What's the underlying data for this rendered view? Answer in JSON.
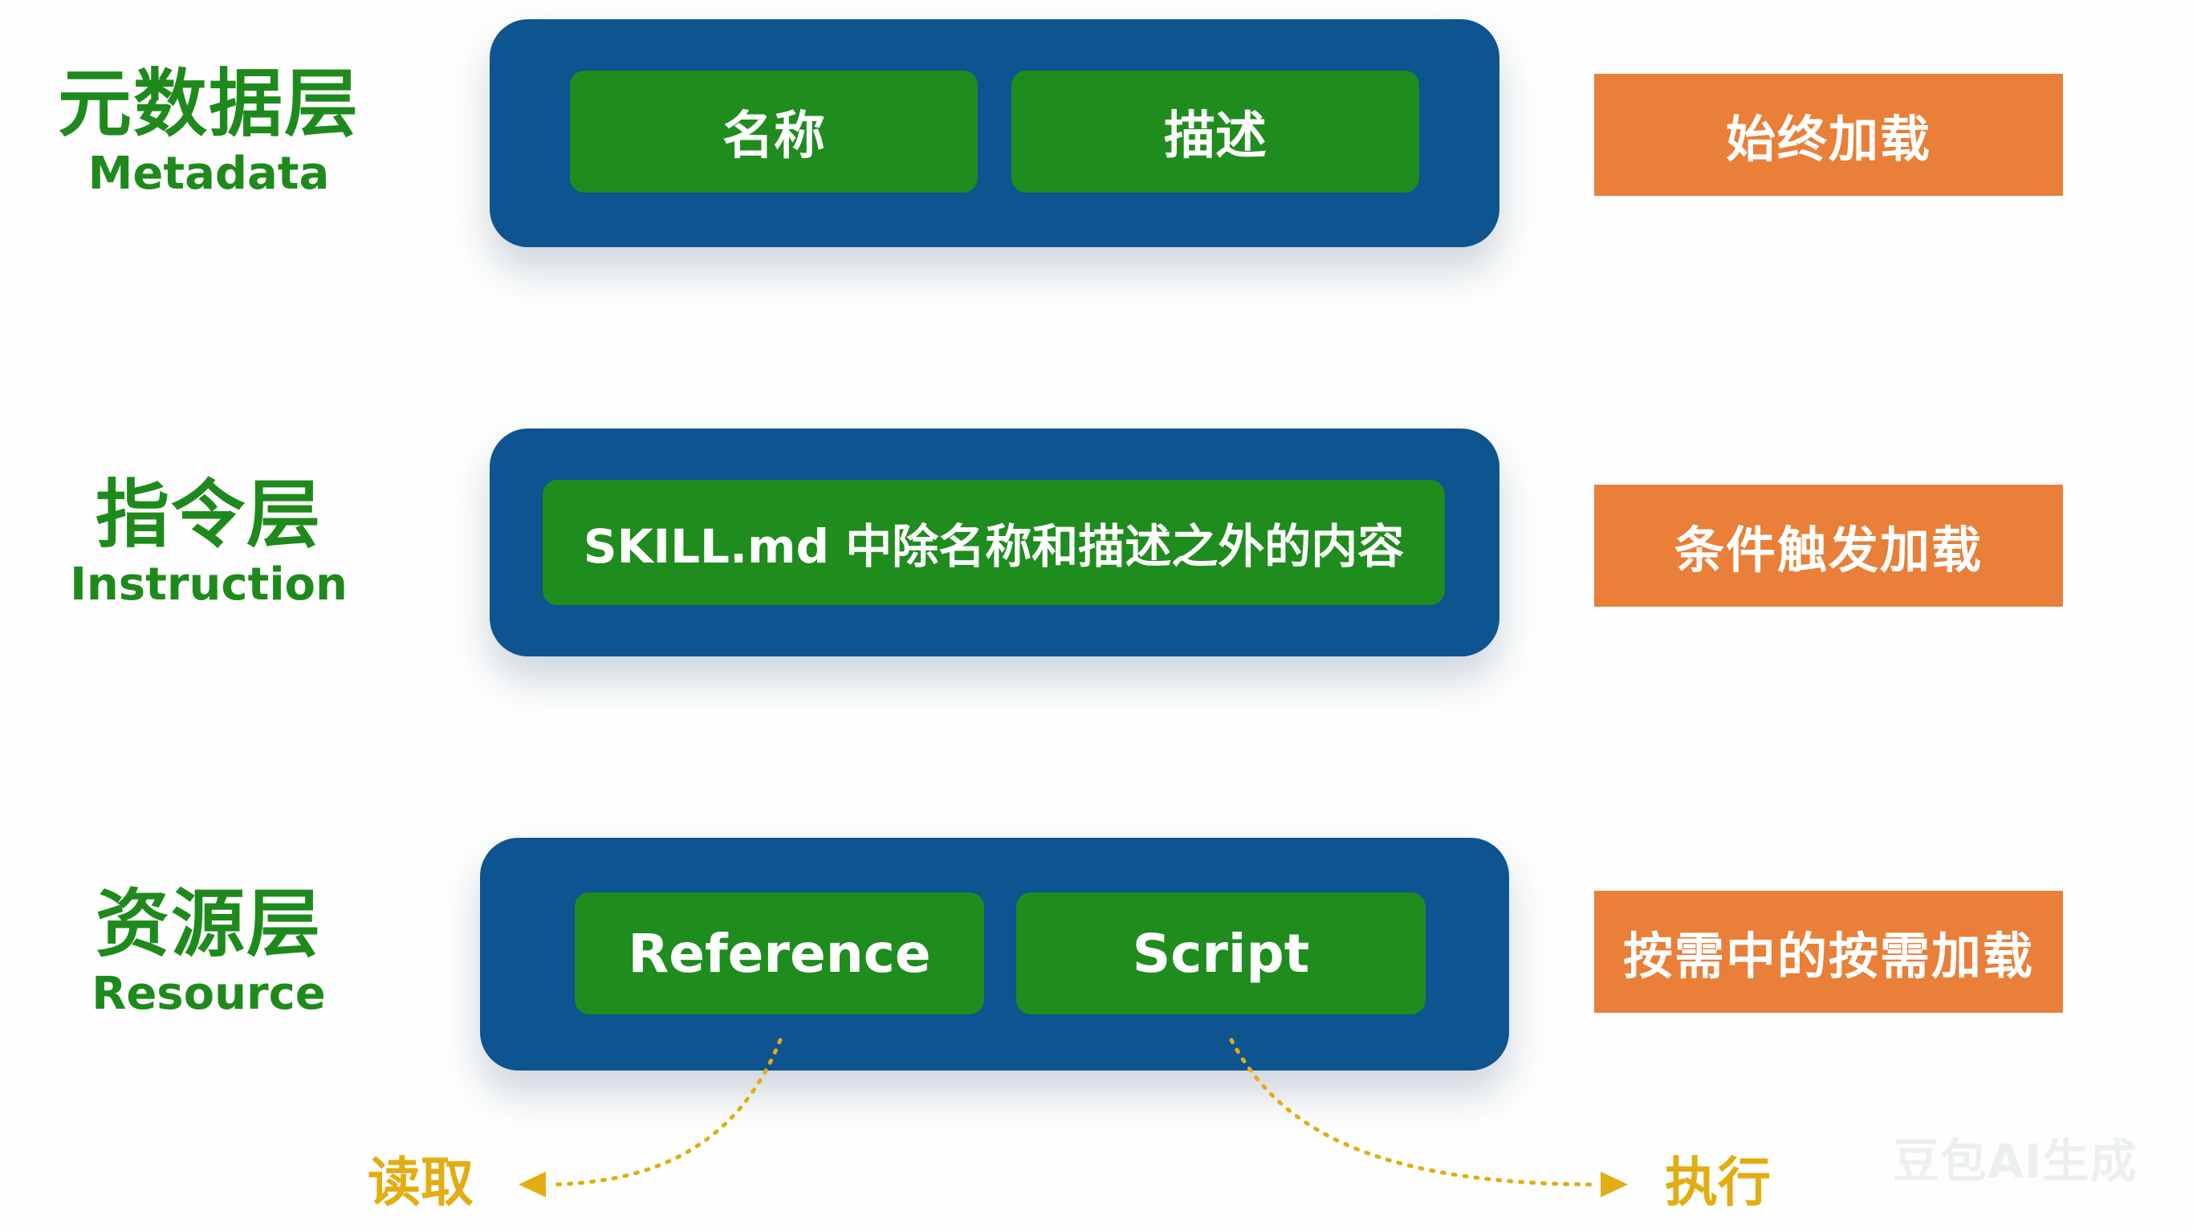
{
  "layers": [
    {
      "zh": "元数据层",
      "en": "Metadata",
      "items": [
        "名称",
        "描述"
      ],
      "loading": "始终加载"
    },
    {
      "zh": "指令层",
      "en": "Instruction",
      "items": [
        "SKILL.md 中除名称和描述之外的内容"
      ],
      "loading": "条件触发加载"
    },
    {
      "zh": "资源层",
      "en": "Resource",
      "items": [
        "Reference",
        "Script"
      ],
      "loading": "按需中的按需加载"
    }
  ],
  "actions": {
    "read": "读取",
    "execute": "执行"
  },
  "watermark": "豆包AI生成",
  "colors": {
    "label_green": "#1f8a1c",
    "container_blue": "#0d5491",
    "pill_green": "#1f8c1e",
    "tag_orange": "#e97f38",
    "arrow_yellow": "#e2ad12"
  }
}
